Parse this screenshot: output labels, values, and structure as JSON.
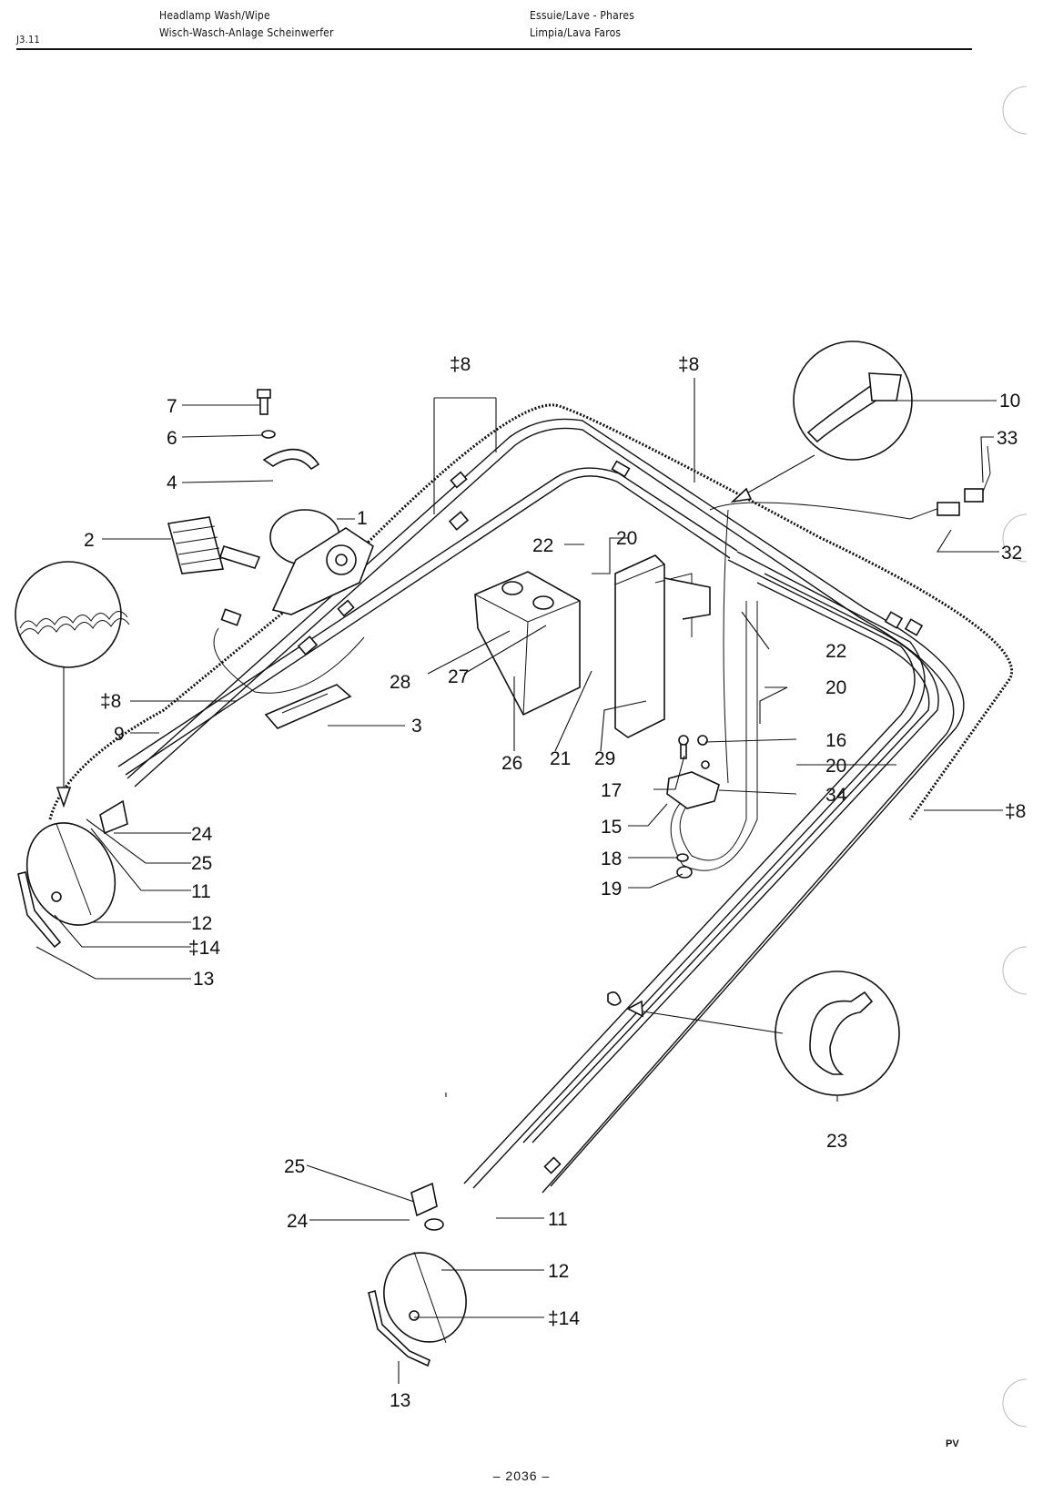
{
  "header": {
    "ref": "J3.11",
    "title_en": "Headlamp Wash/Wipe",
    "title_de": "Wisch-Wasch-Anlage Scheinwerfer",
    "title_fr": "Essuie/Lave - Phares",
    "title_es": "Limpia/Lava Faros"
  },
  "footer": {
    "page": "– 2036 –",
    "corner_mark": "PV"
  },
  "callouts": [
    "7",
    "6",
    "4",
    "1",
    "2",
    "‡8",
    "‡8",
    "10",
    "33",
    "32",
    "22",
    "20",
    "22",
    "20",
    "28",
    "27",
    "26",
    "21",
    "29",
    "3",
    "‡8",
    "9",
    "16",
    "20",
    "17",
    "34",
    "‡8",
    "15",
    "18",
    "19",
    "24",
    "25",
    "11",
    "12",
    "‡14",
    "13",
    "23",
    "25",
    "24",
    "11",
    "12",
    "‡14",
    "13"
  ]
}
